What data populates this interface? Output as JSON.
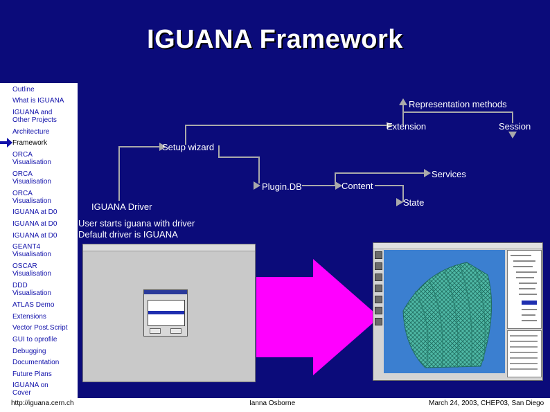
{
  "slide": {
    "title": "IGUANA Framework",
    "colors": {
      "background": "#0b0b7a",
      "title": "#ffffff",
      "nav_text": "#1111aa",
      "arrow": "#ff00ff",
      "connector": "#aaaaaa"
    }
  },
  "sidebar": {
    "active_index": 4,
    "items": [
      {
        "label": "Outline"
      },
      {
        "label": "What is IGUANA"
      },
      {
        "label": "IGUANA and Other Projects"
      },
      {
        "label": "Architecture"
      },
      {
        "label": "Framework"
      },
      {
        "label": "ORCA Visualisation"
      },
      {
        "label": "ORCA Visualisation"
      },
      {
        "label": "ORCA Visualisation"
      },
      {
        "label": "IGUANA at D0"
      },
      {
        "label": "IGUANA at D0"
      },
      {
        "label": "IGUANA at D0"
      },
      {
        "label": "GEANT4 Visualisation"
      },
      {
        "label": "OSCAR Visualisation"
      },
      {
        "label": "DDD Visualisation"
      },
      {
        "label": "ATLAS Demo"
      },
      {
        "label": "Extensions"
      },
      {
        "label": "Vector Post.Script"
      },
      {
        "label": "GUI to oprofile"
      },
      {
        "label": "Debugging"
      },
      {
        "label": "Documentation"
      },
      {
        "label": "Future Plans"
      },
      {
        "label": "IGUANA on Cover"
      }
    ]
  },
  "diagram": {
    "representation_methods": "Representation methods",
    "extension": "Extension",
    "session": "Session",
    "setup_wizard": "Setup wizard",
    "services": "Services",
    "plugin_db": "Plugin.DB",
    "content": "Content",
    "state": "State",
    "iguana_driver": "IGUANA Driver",
    "driver_note_1": "User starts iguana with driver",
    "driver_note_2": "Default driver is IGUANA"
  },
  "screenshots": {
    "left_icon": "empty-desktop-window",
    "right_icon": "iguana-3d-viewer-window"
  },
  "footer": {
    "url": "http://iguana.cern.ch",
    "author": "Ianna Osborne",
    "date": "March 24, 2003, CHEP03, San Diego"
  }
}
